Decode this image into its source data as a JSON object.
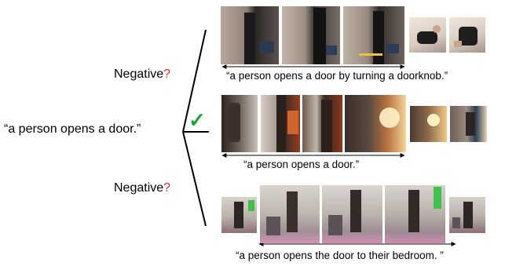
{
  "query": {
    "text": "“a person opens a door.”"
  },
  "labels": {
    "negative_top": {
      "word": "Negative",
      "mark": "?"
    },
    "negative_bottom": {
      "word": "Negative",
      "mark": "?"
    },
    "check_mark": "✓"
  },
  "clips": [
    {
      "caption": "“a person opens a door by turning a doorknob.”"
    },
    {
      "caption": "“a person opens a door.”"
    },
    {
      "caption": "“a person opens the door to their bedroom. ”"
    }
  ],
  "colors": {
    "question_mark": "#e0262b",
    "check": "#14a83b"
  }
}
